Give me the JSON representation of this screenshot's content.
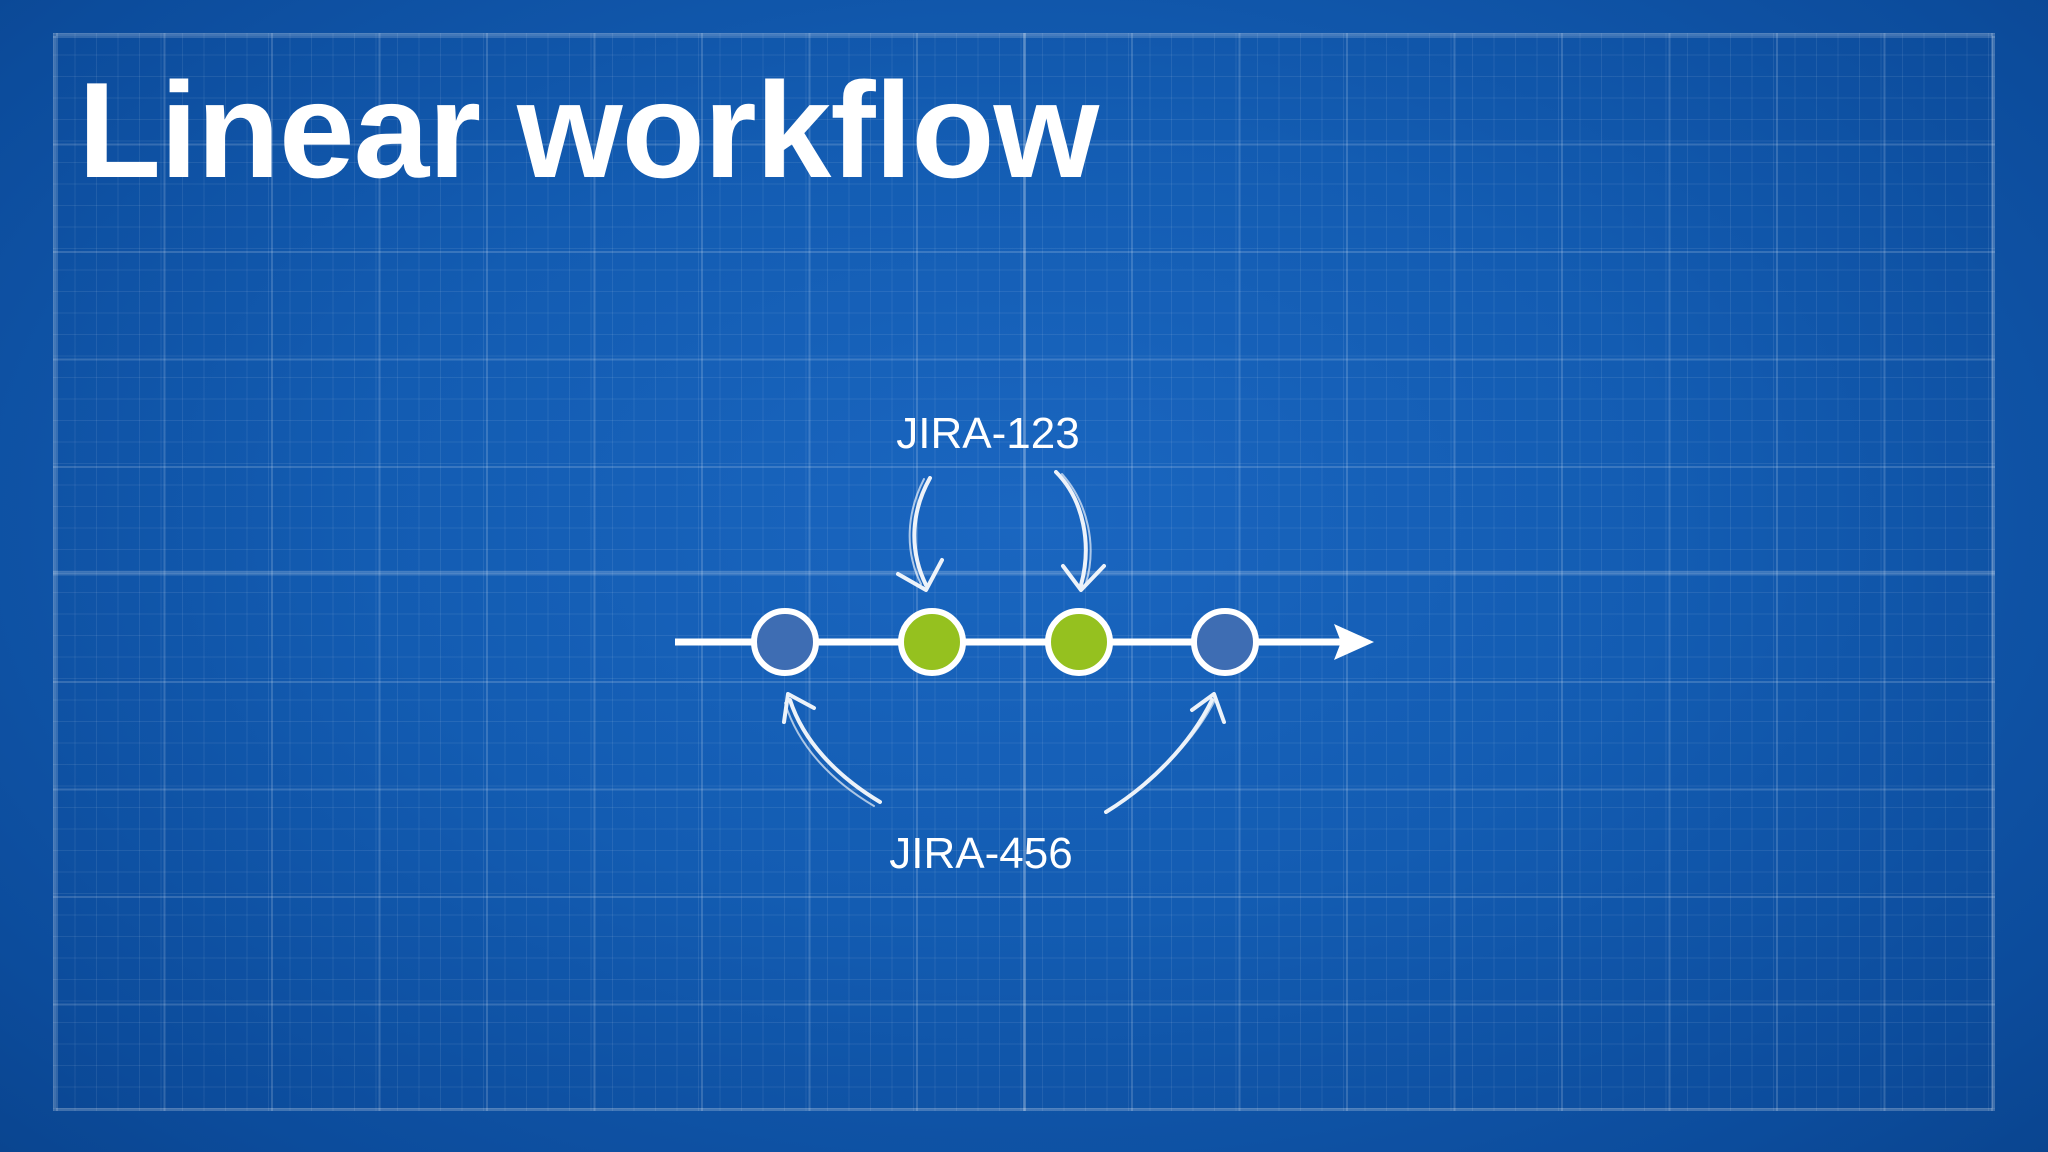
{
  "slide": {
    "title": "Linear workflow"
  },
  "diagram": {
    "top_label": "JIRA-123",
    "bottom_label": "JIRA-456",
    "commits": [
      {
        "id": "commit-1",
        "color": "#3e6db3"
      },
      {
        "id": "commit-2",
        "color": "#95c11f"
      },
      {
        "id": "commit-3",
        "color": "#95c11f"
      },
      {
        "id": "commit-4",
        "color": "#3e6db3"
      }
    ]
  },
  "colors": {
    "background": "#135cb2",
    "line": "#ffffff",
    "blue_commit": "#3e6db3",
    "green_commit": "#95c11f"
  }
}
